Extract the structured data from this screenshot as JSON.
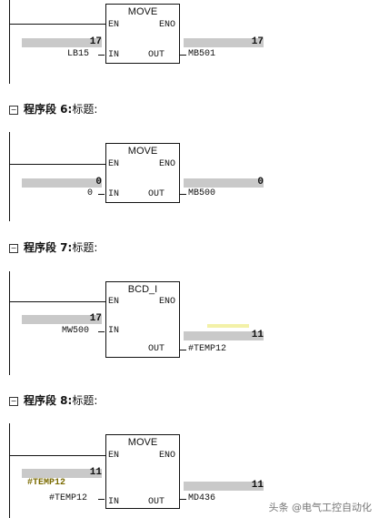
{
  "networks": [
    {
      "block": "MOVE",
      "en": "EN",
      "eno": "ENO",
      "in_pin": "IN",
      "out_pin": "OUT",
      "in_value": "17",
      "in_operand": "LB15",
      "out_value": "17",
      "out_operand": "MB501"
    },
    {
      "header_label": "程序段 6",
      "header_title": "标题:",
      "block": "MOVE",
      "en": "EN",
      "eno": "ENO",
      "in_pin": "IN",
      "out_pin": "OUT",
      "in_value": "0",
      "in_operand": "0",
      "out_value": "0",
      "out_operand": "MB500"
    },
    {
      "header_label": "程序段 7",
      "header_title": "标题:",
      "block": "BCD_I",
      "en": "EN",
      "eno": "ENO",
      "in_pin": "IN",
      "out_pin": "OUT",
      "in_value": "17",
      "in_operand": "MW500",
      "out_value": "11",
      "out_operand": "#TEMP12"
    },
    {
      "header_label": "程序段 8",
      "header_title": "标题:",
      "block": "MOVE",
      "en": "EN",
      "eno": "ENO",
      "in_pin": "IN",
      "out_pin": "OUT",
      "in_value": "11",
      "in_symbol": "#TEMP12",
      "in_operand": "#TEMP12",
      "out_value": "11",
      "out_operand": "MD436"
    }
  ],
  "separator": ":",
  "watermark": "头条 @电气工控自动化"
}
